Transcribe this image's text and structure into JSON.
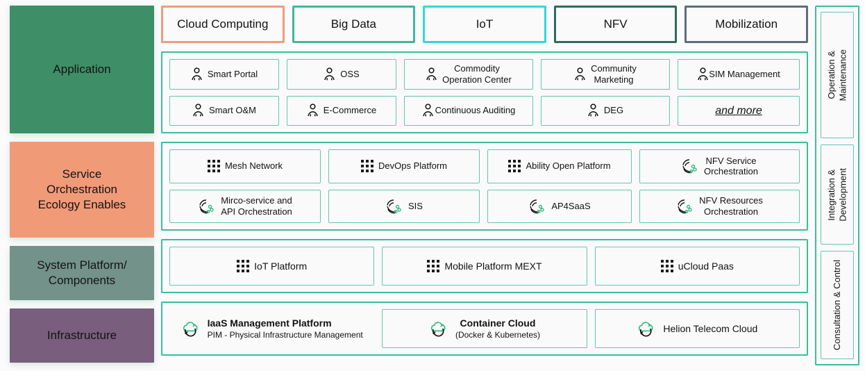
{
  "colors": {
    "accent_border": "#3bbd9e",
    "card_border": "#62c7b1",
    "application": "#3e8e68",
    "service": "#f19a78",
    "system": "#739289",
    "infrastructure": "#7a5e7e",
    "tab_cloud_computing": "#ef9c7c",
    "tab_big_data": "#3fb89a",
    "tab_iot": "#35d7d7",
    "tab_nfv": "#2e6b5b",
    "tab_mobilization": "#5e6e7a",
    "icon_green": "#2fbd82",
    "background": "#fbfbfb"
  },
  "layers": [
    {
      "id": "application",
      "label": "Application"
    },
    {
      "id": "service",
      "label": "Service\nOrchestration\nEcology Enables"
    },
    {
      "id": "system",
      "label": "System Platform/\nComponents"
    },
    {
      "id": "infrastructure",
      "label": "Infrastructure"
    }
  ],
  "application": {
    "tabs": [
      {
        "label": "Cloud Computing",
        "color": "#ef9c7c"
      },
      {
        "label": "Big Data",
        "color": "#3fb89a"
      },
      {
        "label": "IoT",
        "color": "#35d7d7"
      },
      {
        "label": "NFV",
        "color": "#2e6b5b"
      },
      {
        "label": "Mobilization",
        "color": "#5e6e7a"
      }
    ],
    "row1": [
      {
        "label": "Smart Portal",
        "icon": "person-icon"
      },
      {
        "label": "OSS",
        "icon": "person-icon"
      },
      {
        "label": "Commodity\nOperation Center",
        "icon": "person-icon"
      },
      {
        "label": "Community\nMarketing",
        "icon": "person-icon"
      },
      {
        "label": "SIM Management",
        "icon": "person-icon"
      }
    ],
    "row2": [
      {
        "label": "Smart O&M",
        "icon": "person-icon"
      },
      {
        "label": "E-Commerce",
        "icon": "person-icon"
      },
      {
        "label": "Continuous Auditing",
        "icon": "person-icon"
      },
      {
        "label": "DEG",
        "icon": "person-icon"
      },
      {
        "label": "and more",
        "icon": "none"
      }
    ]
  },
  "service_orchestration": {
    "row1": [
      {
        "label": "Mesh Network",
        "icon": "dot-grid-icon"
      },
      {
        "label": "DevOps Platform",
        "icon": "dot-grid-icon"
      },
      {
        "label": "Ability Open Platform",
        "icon": "dot-grid-icon"
      },
      {
        "label": "NFV Service\nOrchestration",
        "icon": "orchestration-icon"
      }
    ],
    "row2": [
      {
        "label": "Mirco-service and\nAPI Orchestration",
        "icon": "orchestration-icon"
      },
      {
        "label": "SIS",
        "icon": "orchestration-icon"
      },
      {
        "label": "AP4SaaS",
        "icon": "orchestration-icon"
      },
      {
        "label": "NFV Resources\nOrchestration",
        "icon": "orchestration-icon"
      }
    ]
  },
  "system_platform": {
    "items": [
      {
        "label": "IoT Platform",
        "icon": "dot-grid-icon"
      },
      {
        "label": "Mobile Platform MEXT",
        "icon": "dot-grid-icon"
      },
      {
        "label": "uCloud Paas",
        "icon": "dot-grid-icon"
      }
    ]
  },
  "infrastructure": {
    "items": [
      {
        "title": "IaaS Management Platform",
        "subtitle": "PIM - Physical Infrastructure Management",
        "icon": "cloud-icon",
        "bordered": false
      },
      {
        "title": "Container Cloud",
        "subtitle": "(Docker & Kubernetes)",
        "icon": "cloud-icon",
        "bordered": true
      },
      {
        "title": "Helion Telecom Cloud",
        "subtitle": "",
        "icon": "cloud-icon",
        "bordered": true
      }
    ]
  },
  "right_rail": {
    "items": [
      {
        "label": "Operation &\nMaintenance"
      },
      {
        "label": "Integration &\nDevelopment"
      },
      {
        "label": "Consultation & Control"
      }
    ]
  }
}
